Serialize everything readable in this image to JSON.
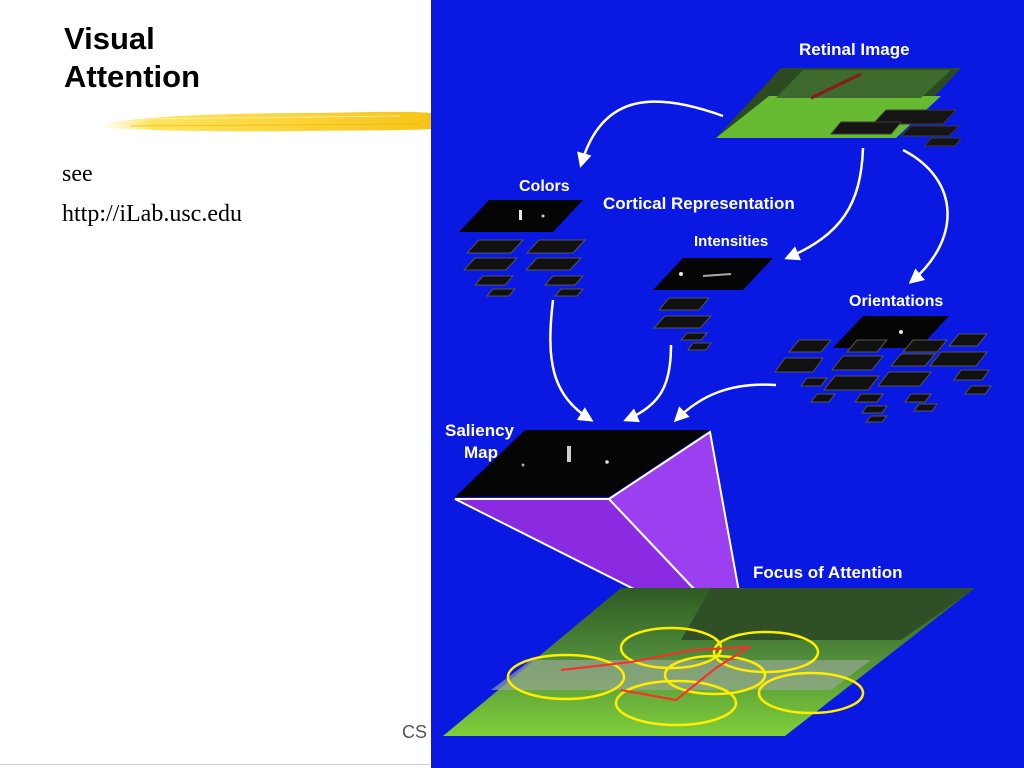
{
  "slide": {
    "title_lines": [
      "Visual",
      "Attention"
    ],
    "body_lines": [
      "see",
      "http://iLab.usc.edu"
    ],
    "footer": "CS"
  },
  "diagram": {
    "background": "#0a19e2",
    "pyramid_color": "#8a2be2",
    "arrow_color": "#ffffff",
    "labels": {
      "retinal_image": "Retinal Image",
      "colors": "Colors",
      "cortical_representation": "Cortical Representation",
      "intensities": "Intensities",
      "orientations": "Orientations",
      "saliency_map": [
        "Saliency",
        "Map"
      ],
      "focus_of_attention": "Focus of Attention"
    }
  }
}
